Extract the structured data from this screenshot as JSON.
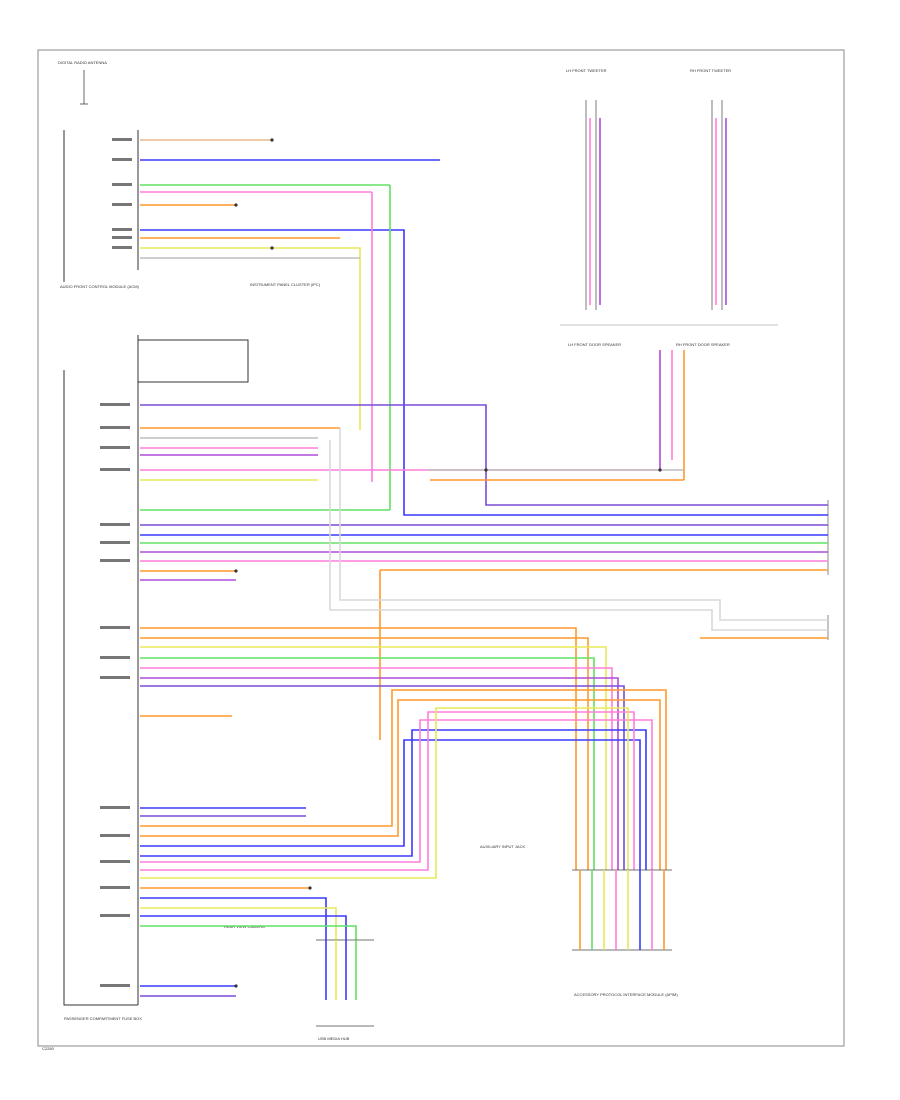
{
  "colors": {
    "tan": "#e9b98b",
    "orange": "#ff9a2e",
    "blue": "#3a3aff",
    "violet": "#7a4bd8",
    "purple": "#b04bd8",
    "green": "#62e062",
    "yellow": "#e8e85a",
    "pink": "#ff7fd8",
    "gray": "#bdbdbd",
    "outline": "#333333"
  },
  "labels": {
    "antenna": "DIGITAL RADIO ANTENNA",
    "module_top": "AUDIO FRONT CONTROL MODULE (ACM)",
    "module_bottom": "PASSENGER COMPARTMENT FUSE BOX",
    "usb": "AUXILIARY INPUT JACK",
    "sync_module": "ACCESSORY PROTOCOL INTERFACE MODULE (APIM)",
    "instrument": "INSTRUMENT PANEL CLUSTER (IPC)",
    "left_speaker": "LH FRONT DOOR SPEAKER",
    "right_speaker": "RH FRONT DOOR SPEAKER",
    "left_tweeter": "LH FRONT TWEETER",
    "right_tweeter": "RH FRONT TWEETER",
    "bottom_left_conn": "REAR VIEW CAMERA",
    "bottom_center": "USB MEDIA HUB",
    "footer": "C2280"
  }
}
